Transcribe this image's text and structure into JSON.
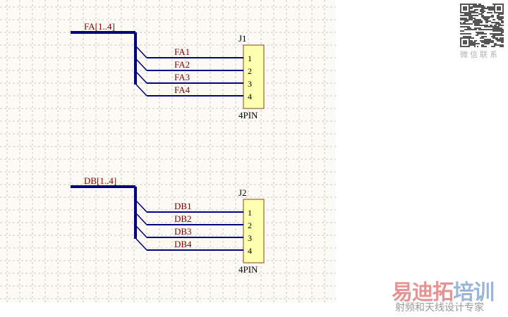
{
  "buses": [
    {
      "name": "FA[1..4]",
      "component": "J1",
      "value": "4PIN",
      "nets": [
        "FA1",
        "FA2",
        "FA3",
        "FA4"
      ],
      "pins": [
        "1",
        "2",
        "3",
        "4"
      ]
    },
    {
      "name": "DB[1..4]",
      "component": "J2",
      "value": "4PIN",
      "nets": [
        "DB1",
        "DB2",
        "DB3",
        "DB4"
      ],
      "pins": [
        "1",
        "2",
        "3",
        "4"
      ]
    }
  ],
  "watermark": {
    "qr_caption": "微信联系",
    "brand_part1": "易迪拓",
    "brand_part2": "培训",
    "slogan": "射频和天线设计专家"
  },
  "colors": {
    "wire": "#000080",
    "bus": "#000080",
    "net_label": "#800000",
    "component_fill": "#ffffb0",
    "component_border": "#8b4513",
    "grid": "#c8c8c8"
  }
}
